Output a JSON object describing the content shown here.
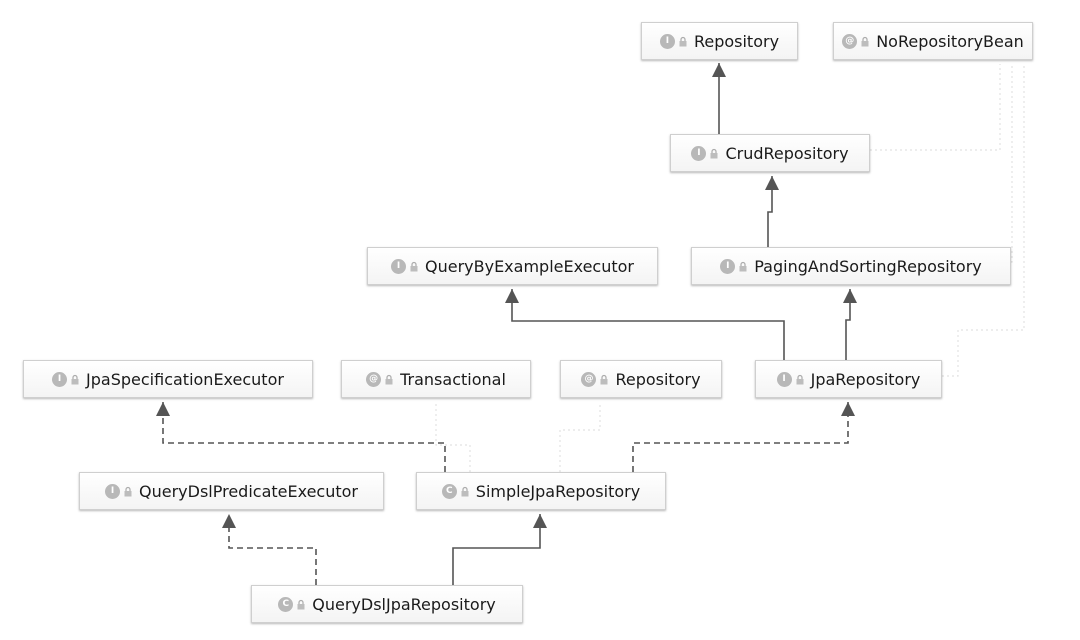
{
  "colors": {
    "extends_line": "#555555",
    "implements_line": "#555555",
    "meta_line": "#e2e2e2",
    "node_border": "#cfcfcf",
    "kind_badge": "#b8b8b8"
  },
  "nodes": [
    {
      "id": "repository_i",
      "kind": "I",
      "kind_name": "interface",
      "label": "Repository"
    },
    {
      "id": "norepositorybean",
      "kind": "@",
      "kind_name": "annotation",
      "label": "NoRepositoryBean"
    },
    {
      "id": "crudrepository",
      "kind": "I",
      "kind_name": "interface",
      "label": "CrudRepository"
    },
    {
      "id": "querybyexampleexecutor",
      "kind": "I",
      "kind_name": "interface",
      "label": "QueryByExampleExecutor"
    },
    {
      "id": "pagingandsortingrepository",
      "kind": "I",
      "kind_name": "interface",
      "label": "PagingAndSortingRepository"
    },
    {
      "id": "jpaspecificationexecutor",
      "kind": "I",
      "kind_name": "interface",
      "label": "JpaSpecificationExecutor"
    },
    {
      "id": "transactional",
      "kind": "@",
      "kind_name": "annotation",
      "label": "Transactional"
    },
    {
      "id": "repository_a",
      "kind": "@",
      "kind_name": "annotation",
      "label": "Repository"
    },
    {
      "id": "jparepository",
      "kind": "I",
      "kind_name": "interface",
      "label": "JpaRepository"
    },
    {
      "id": "querydslpredicateexecutor",
      "kind": "I",
      "kind_name": "interface",
      "label": "QueryDslPredicateExecutor"
    },
    {
      "id": "simplejparepository",
      "kind": "C",
      "kind_name": "class",
      "label": "SimpleJpaRepository"
    },
    {
      "id": "querydsljparepository",
      "kind": "C",
      "kind_name": "class",
      "label": "QueryDslJpaRepository"
    }
  ],
  "edges": [
    {
      "from": "crudrepository",
      "to": "repository_i",
      "type": "extends"
    },
    {
      "from": "pagingandsortingrepository",
      "to": "crudrepository",
      "type": "extends"
    },
    {
      "from": "jparepository",
      "to": "pagingandsortingrepository",
      "type": "extends"
    },
    {
      "from": "jparepository",
      "to": "querybyexampleexecutor",
      "type": "extends"
    },
    {
      "from": "simplejparepository",
      "to": "jparepository",
      "type": "implements"
    },
    {
      "from": "simplejparepository",
      "to": "jpaspecificationexecutor",
      "type": "implements"
    },
    {
      "from": "querydsljparepository",
      "to": "simplejparepository",
      "type": "extends"
    },
    {
      "from": "querydsljparepository",
      "to": "querydslpredicateexecutor",
      "type": "implements"
    },
    {
      "from": "crudrepository",
      "to": "norepositorybean",
      "type": "annotated"
    },
    {
      "from": "pagingandsortingrepository",
      "to": "norepositorybean",
      "type": "annotated"
    },
    {
      "from": "jparepository",
      "to": "norepositorybean",
      "type": "annotated"
    },
    {
      "from": "simplejparepository",
      "to": "transactional",
      "type": "annotated"
    },
    {
      "from": "simplejparepository",
      "to": "repository_a",
      "type": "annotated"
    }
  ]
}
